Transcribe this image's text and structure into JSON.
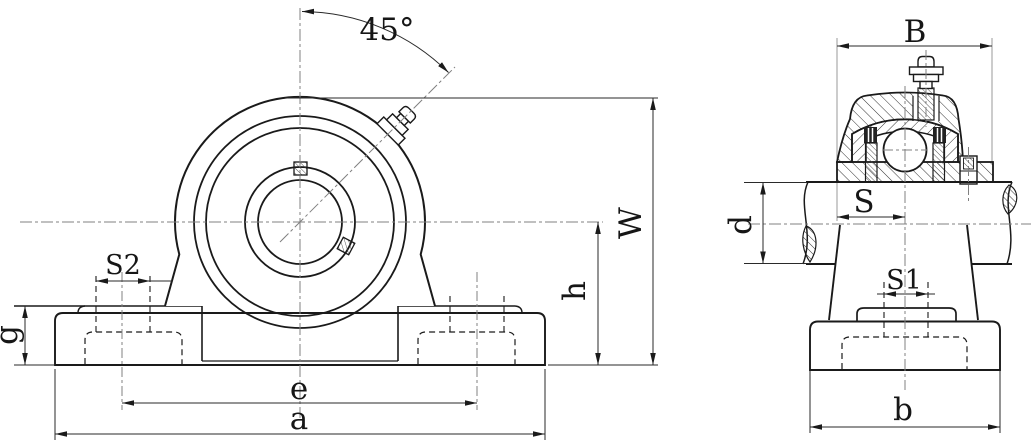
{
  "drawing": {
    "description": "Two-view technical drawing of a pillow block ball bearing unit: front view (left) and half-sectioned side view with shaft (right), with dimension callouts",
    "colors": {
      "background": "#ffffff",
      "line": "#1a1a1a",
      "dimension": "#2a2a2a",
      "centerline": "#808080",
      "guide": "#9a9a9a",
      "hatch": "#333333"
    },
    "labels": {
      "angle": "45°",
      "s2": "S2",
      "g": "g",
      "e": "e",
      "a": "a",
      "w": "W",
      "h": "h",
      "b_upper": "B",
      "s": "S",
      "s1": "S1",
      "d": "d",
      "b_lower": "b"
    }
  }
}
